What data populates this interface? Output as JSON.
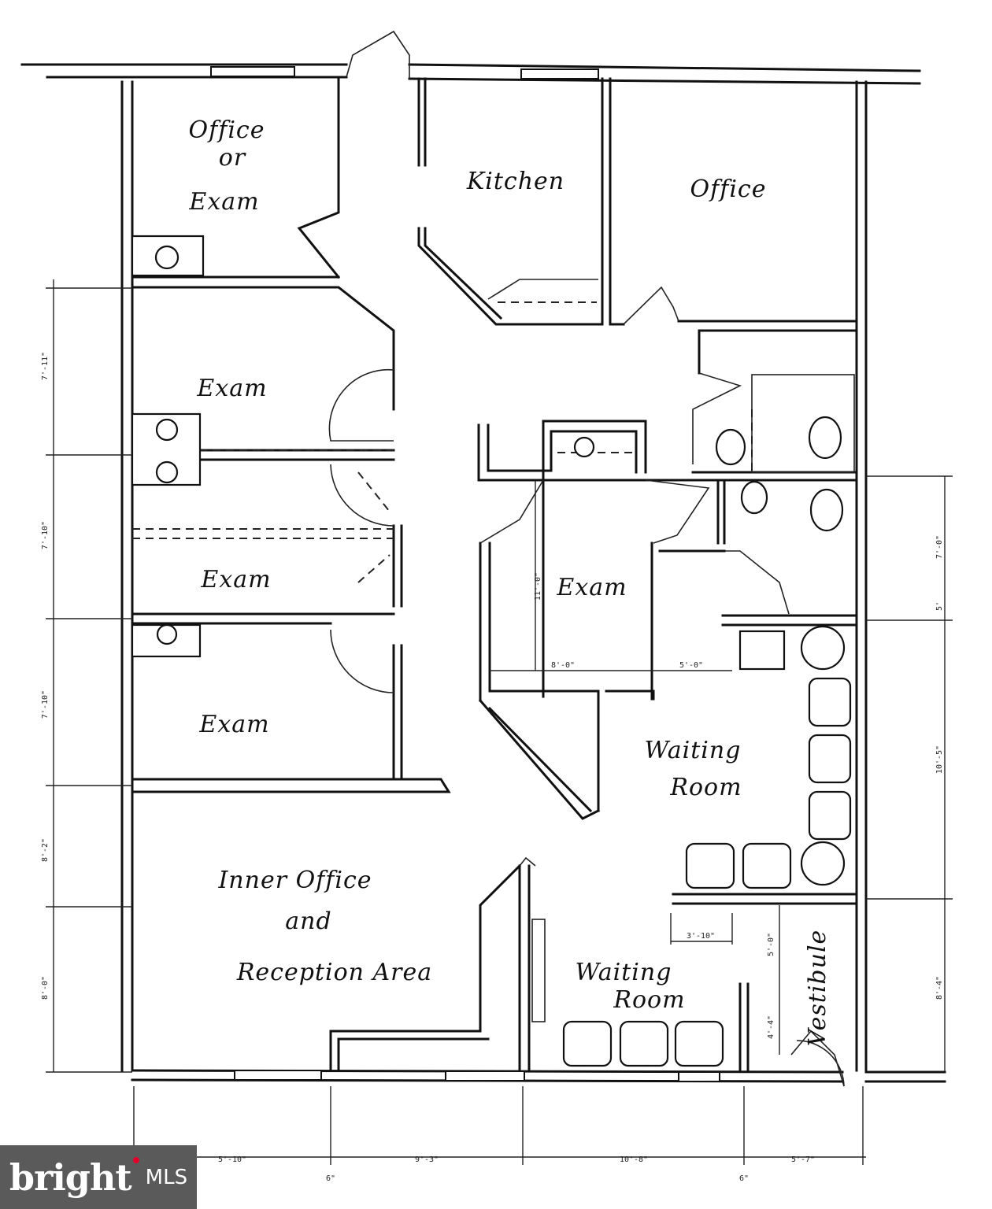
{
  "rooms": {
    "office_or_exam": [
      "Office",
      "or",
      "Exam"
    ],
    "kitchen": "Kitchen",
    "office": "Office",
    "exam_1": "Exam",
    "exam_2": "Exam",
    "exam_3": "Exam",
    "exam_4": "Exam",
    "waiting_room_1": [
      "Waiting",
      "Room"
    ],
    "inner_office": [
      "Inner Office",
      "and",
      "Reception Area"
    ],
    "waiting_room_2": [
      "Waiting",
      "Room"
    ],
    "vestibule": "Vestibule"
  },
  "dimensions": {
    "left_1": "7'-11\"",
    "left_2": "7'-10\"",
    "left_3": "7'-10\"",
    "left_4": "8'-2\"",
    "left_5": "8'-0\"",
    "right_1": "7'-0\"",
    "right_2": "5'",
    "right_3": "10'-5\"",
    "right_4": "8'-4\"",
    "exam_height": "11'-0\"",
    "exam_width": "8'-0\"",
    "bath_width": "5'-0\"",
    "waiting_inner": "3'-10\"",
    "vest_1": "5'-0\"",
    "vest_2": "4'-4\"",
    "bottom_1": "5'-10\"",
    "bottom_2": "9'-3\"",
    "bottom_3": "10'-8\"",
    "bottom_4": "5'-7\"",
    "bottom_tick_1": "6\"",
    "bottom_tick_2": "6\""
  },
  "watermark": {
    "brand": "bright",
    "suffix": "MLS"
  }
}
